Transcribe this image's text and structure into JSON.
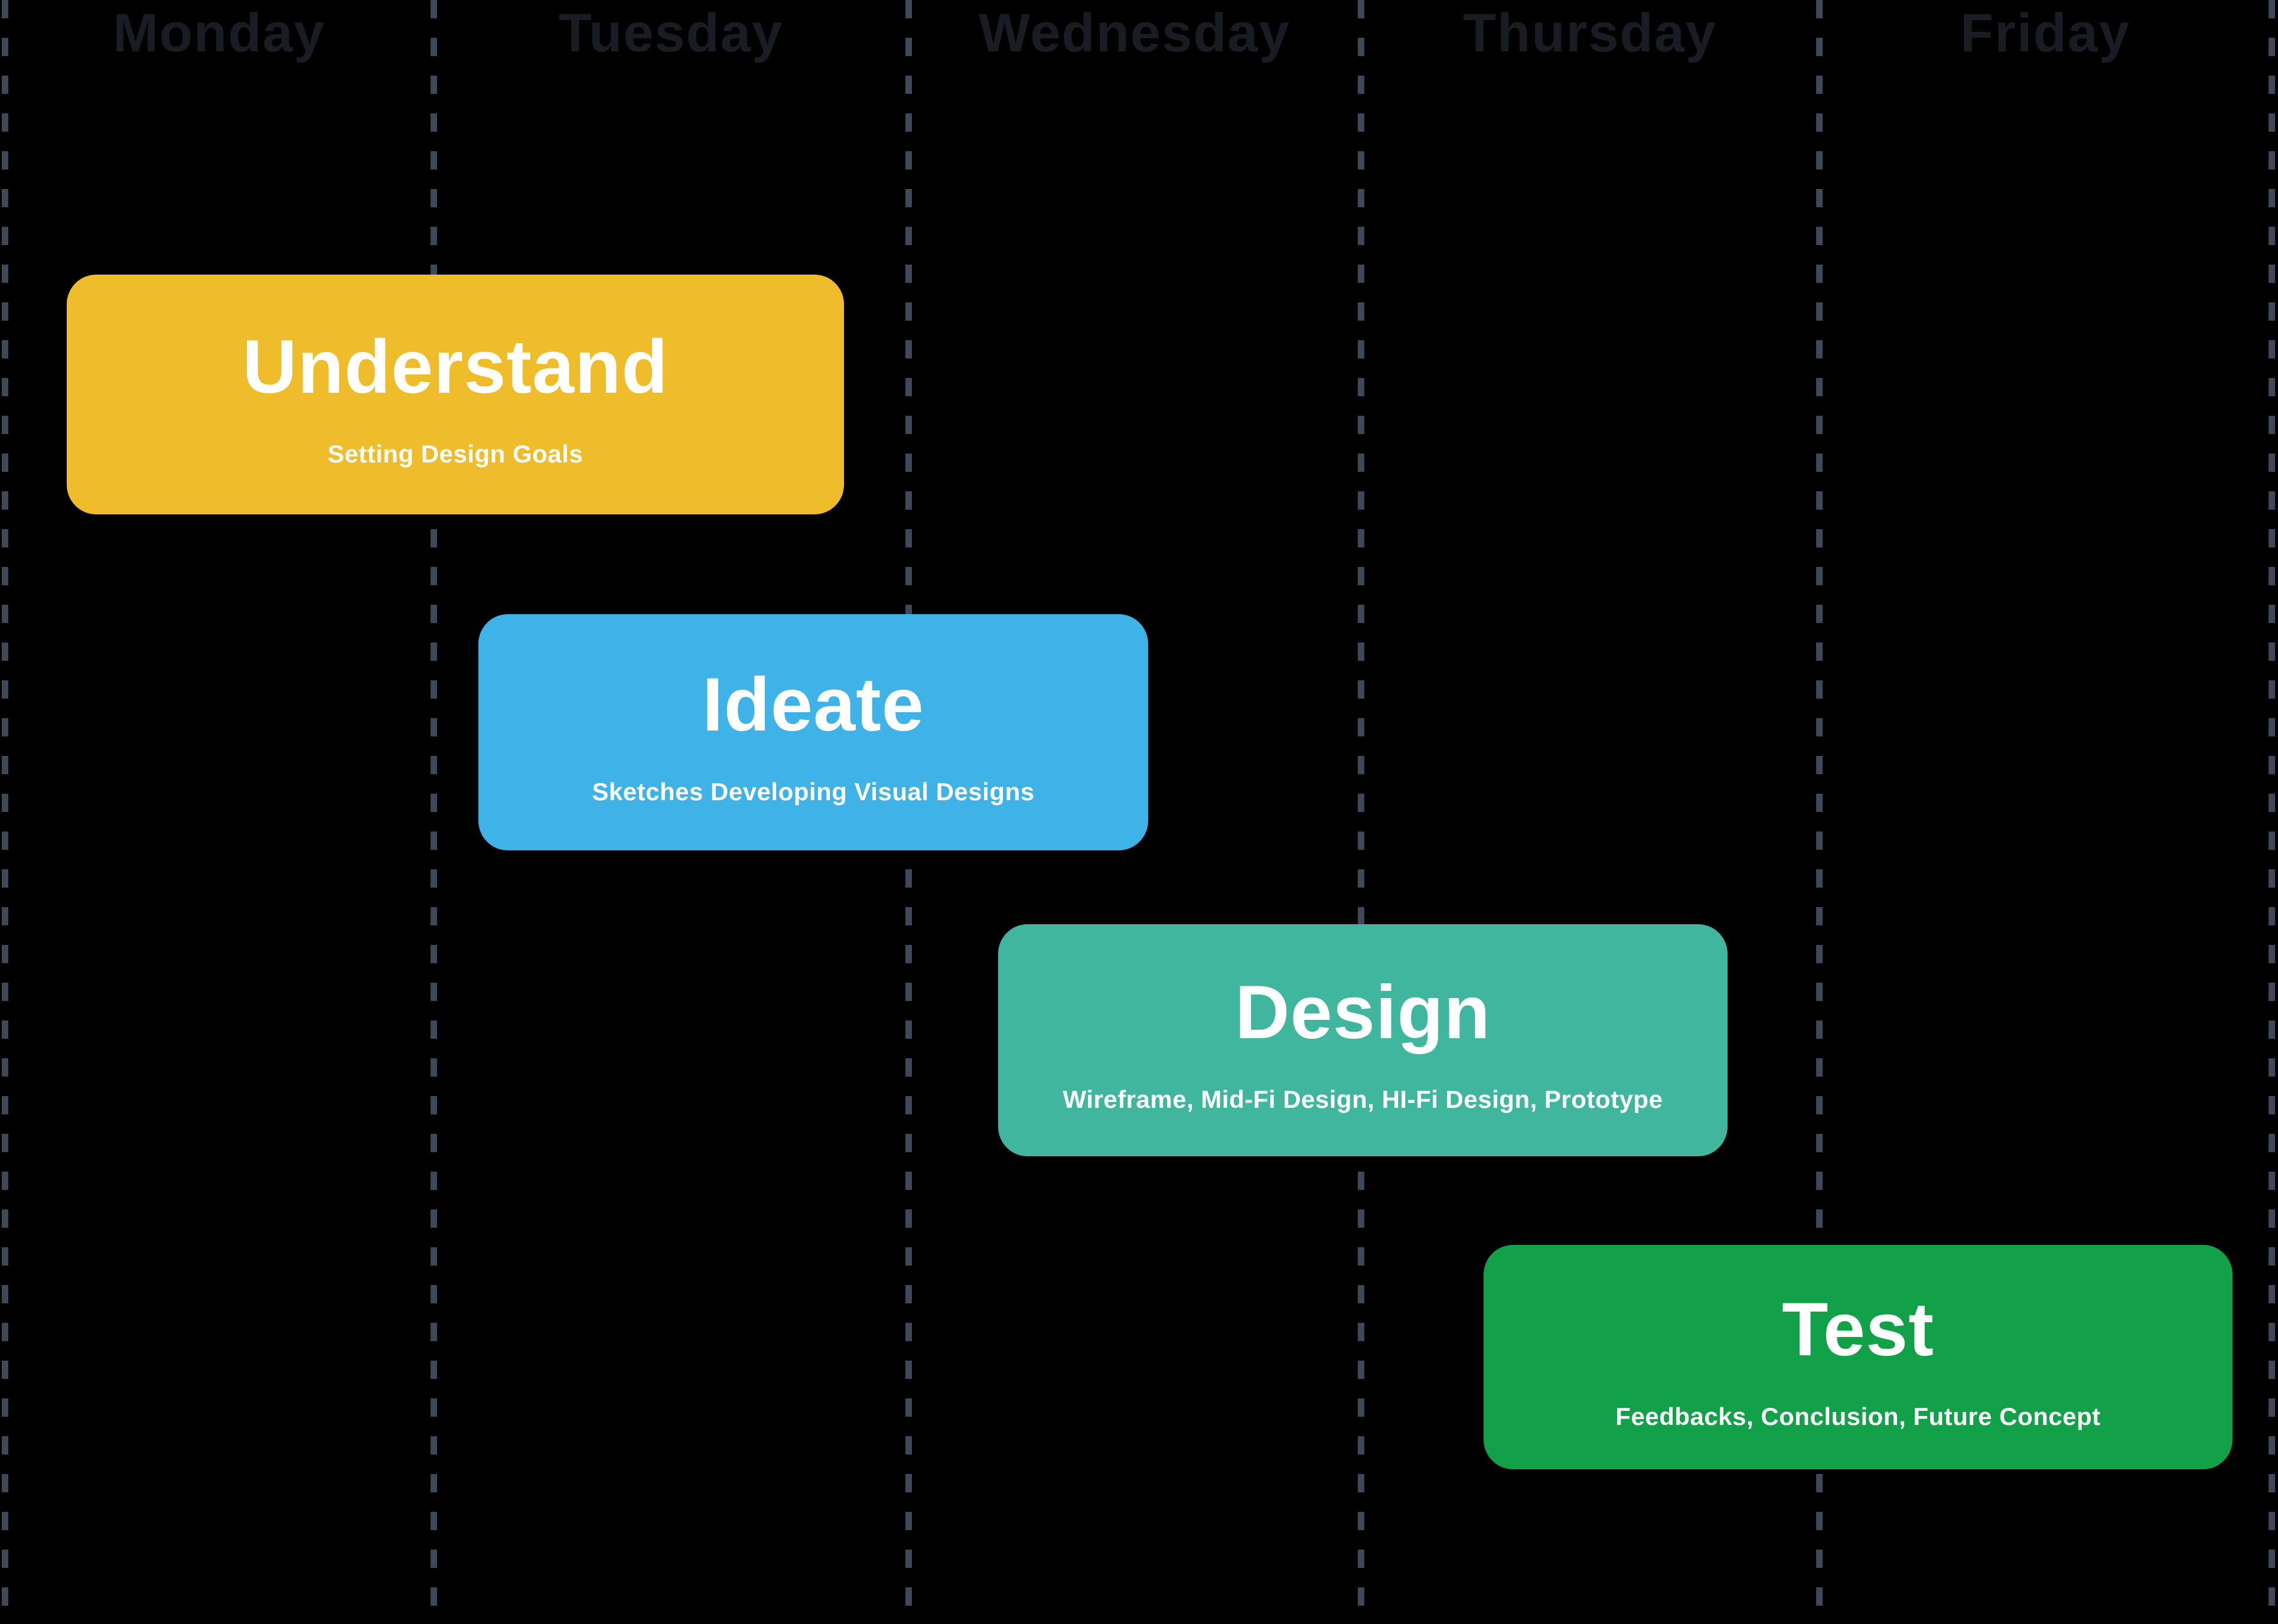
{
  "colors": {
    "background": "#000000",
    "grid_line": "#3E4859",
    "day_label_text": "#1A1C24",
    "task_text": "#FFFFFF"
  },
  "chart_data": {
    "type": "gantt",
    "title": "",
    "categories": [
      "Monday",
      "Tuesday",
      "Wednesday",
      "Thursday",
      "Friday"
    ],
    "grid": "dashed vertical separators between day columns",
    "legend": false,
    "axis_range_days": [
      0,
      5
    ],
    "tasks": [
      {
        "name": "Understand",
        "description": "Setting Design Goals",
        "start_day": "Monday",
        "end_day": "Tuesday",
        "span_days": [
          0.1,
          1.9
        ],
        "color": "#EFBD2C"
      },
      {
        "name": "Ideate",
        "description": "Sketches Developing Visual Designs",
        "start_day": "Tuesday",
        "end_day": "Wednesday",
        "span_days": [
          1.1,
          2.5
        ],
        "color": "#3FB3E7"
      },
      {
        "name": "Design",
        "description": "Wireframe, Mid-Fi Design, HI-Fi Design, Prototype",
        "start_day": "Wednesday",
        "end_day": "Thursday",
        "span_days": [
          2.2,
          3.8
        ],
        "color": "#41B69E"
      },
      {
        "name": "Test",
        "description": "Feedbacks, Conclusion, Future Concept",
        "start_day": "Thursday",
        "end_day": "Friday",
        "span_days": [
          3.3,
          4.9
        ],
        "color": "#12A149"
      }
    ]
  }
}
